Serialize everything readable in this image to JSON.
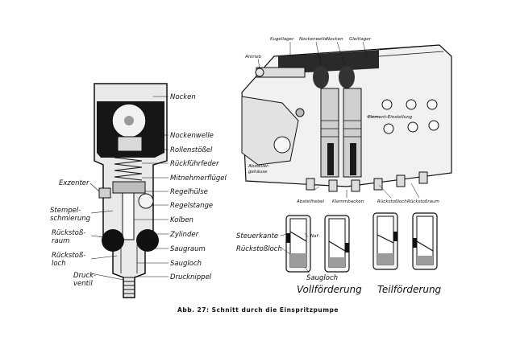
{
  "left_section": {
    "labels": [
      "Nocken",
      "Nockenwelle",
      "Rollenstößel",
      "Rückführfeder",
      "Mitnehmerflügel",
      "Regelhülse",
      "Regelstange",
      "Kolben",
      "Zylinder",
      "Saugraum",
      "Saugloch",
      "Drucknippel"
    ],
    "left_labels": [
      "Exzenter",
      "Stempel-",
      "schmierung",
      "Rückstoß-",
      "raum",
      "Rückstoß-",
      "loch",
      "Druck-",
      "ventil"
    ]
  },
  "right_section": {
    "top_labels": [
      "Kugellager",
      "Nockenwelle",
      "Nocken",
      "Gleitlager"
    ],
    "side_labels": [
      "Antrieb",
      "Element-Einstellung"
    ],
    "bottom_labels": [
      "Absteller-",
      "gehäuse",
      "Abstellhebel",
      "Klemmbacken",
      "Rückstoßloch",
      "Rückstoßraum"
    ]
  },
  "detail_section": {
    "labels": [
      "Steuerkante",
      "Naf",
      "Rückstoßloch",
      "Saugloch"
    ],
    "captions": [
      "Vollförderung",
      "Teilförderung"
    ]
  },
  "caption": "Abb. 27: Schnitt durch die Einspritzpumpe"
}
